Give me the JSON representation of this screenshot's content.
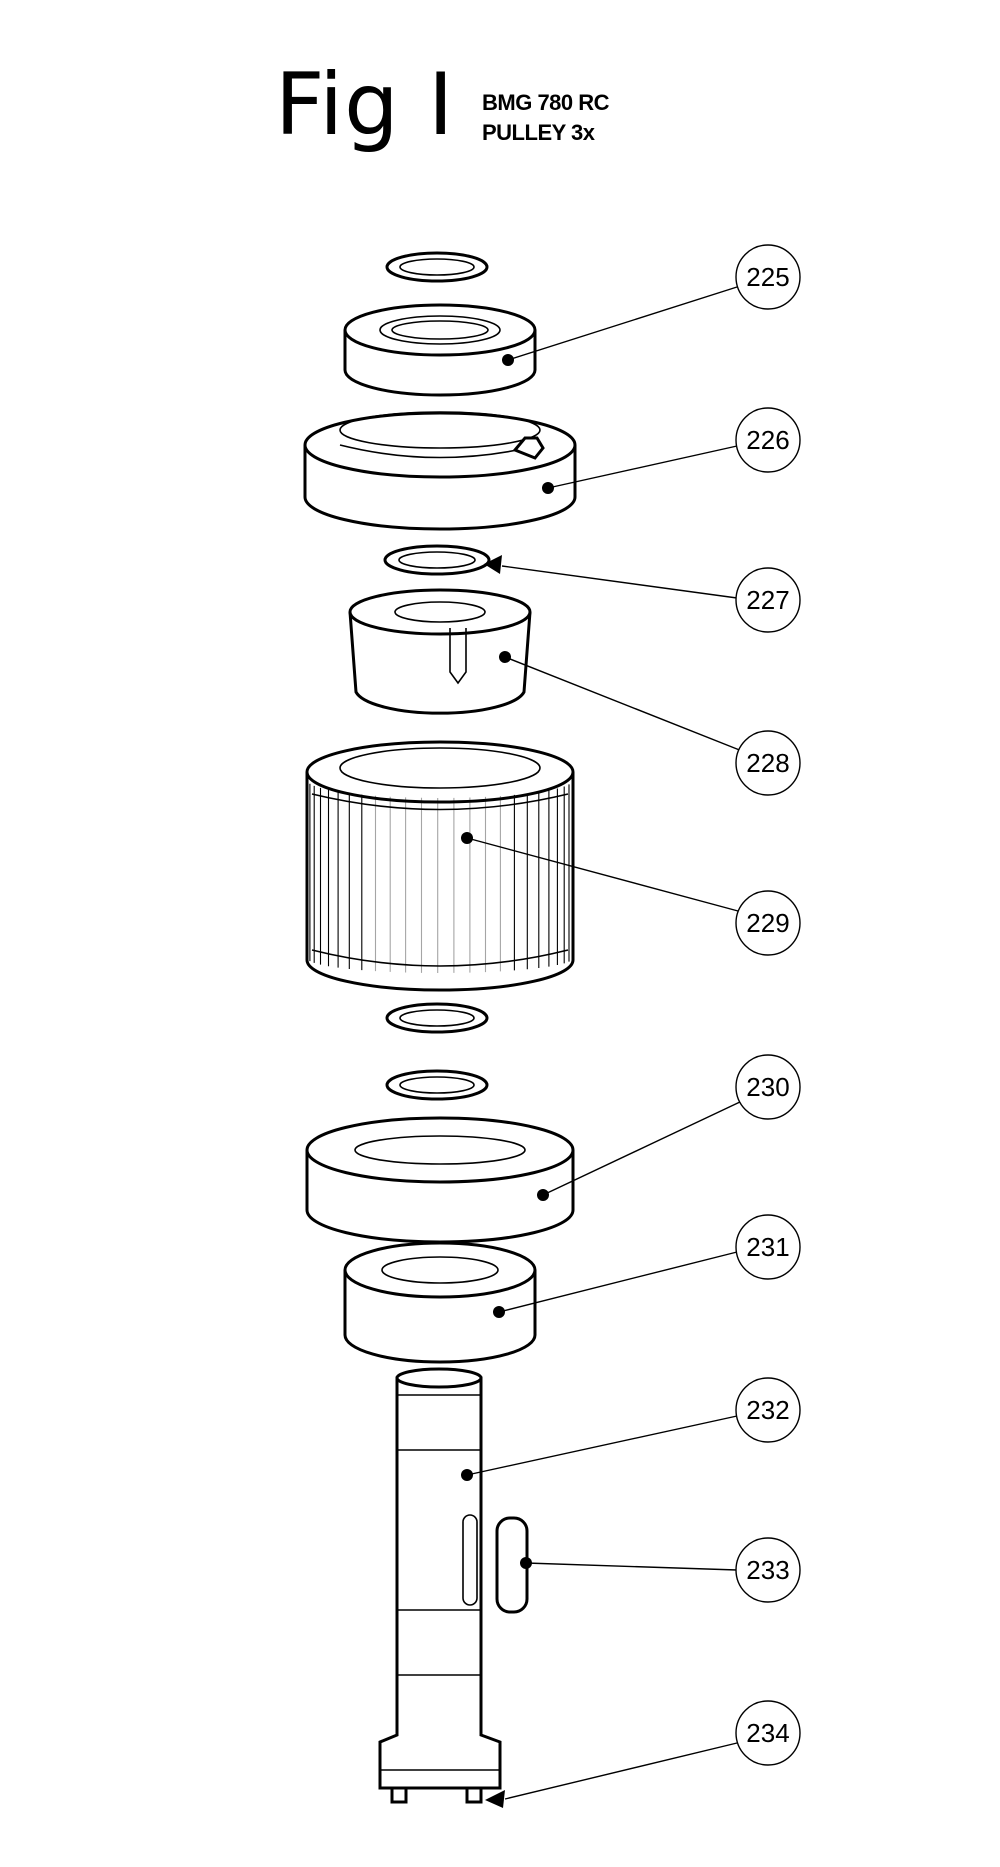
{
  "figure": {
    "title": "Fig I",
    "model": "BMG 780 RC",
    "assembly": "PULLEY 3x"
  },
  "callouts": [
    {
      "id": "c225",
      "label": "225"
    },
    {
      "id": "c226",
      "label": "226"
    },
    {
      "id": "c227",
      "label": "227"
    },
    {
      "id": "c228",
      "label": "228"
    },
    {
      "id": "c229",
      "label": "229"
    },
    {
      "id": "c230",
      "label": "230"
    },
    {
      "id": "c231",
      "label": "231"
    },
    {
      "id": "c232",
      "label": "232"
    },
    {
      "id": "c233",
      "label": "233"
    },
    {
      "id": "c234",
      "label": "234"
    }
  ]
}
